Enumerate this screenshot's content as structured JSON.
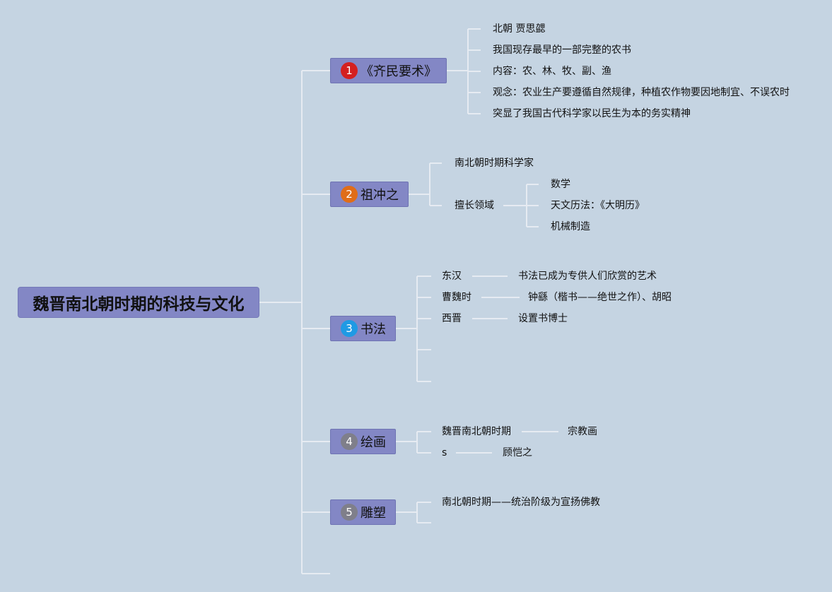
{
  "root": {
    "label": "魏晋南北朝时期的科技与文化"
  },
  "branches": [
    {
      "number": "1",
      "number_color": "#d42020",
      "label": "《齐民要术》",
      "items": [
        "北朝 贾思勰",
        "我国现存最早的一部完整的农书",
        "内容：农、林、牧、副、渔",
        "观念：农业生产要遵循自然规律，种植农作物要因地制宜、不误农时",
        "突显了我国古代科学家以民生为本的务实精神"
      ]
    },
    {
      "number": "2",
      "number_color": "#e06d18",
      "label": "祖冲之",
      "items": [
        "南北朝时期科学家",
        "擅长领域"
      ],
      "sub_items": [
        "数学",
        "天文历法：《大明历》",
        "机械制造"
      ]
    },
    {
      "number": "3",
      "number_color": "#1f9ae4",
      "label": "书法",
      "rows": [
        {
          "period": "东汉",
          "detail": "书法已成为专供人们欣赏的艺术"
        },
        {
          "period": "曹魏时",
          "detail": "钟繇（楷书——绝世之作）、胡昭"
        },
        {
          "period": "西晋",
          "detail": "设置书博士"
        }
      ]
    },
    {
      "number": "4",
      "number_color": "#7f7f8a",
      "label": "绘画",
      "rows": [
        {
          "period": "魏晋南北朝时期",
          "detail": "宗教画"
        },
        {
          "period": "s",
          "detail": "顾恺之"
        }
      ]
    },
    {
      "number": "5",
      "number_color": "#7f7f8a",
      "label": "雕塑",
      "items": [
        "南北朝时期——统治阶级为宣扬佛教"
      ]
    }
  ],
  "colors": {
    "background": "#c5d4e2",
    "node_fill": "#8387c5",
    "connector": "#e6ebf2"
  }
}
